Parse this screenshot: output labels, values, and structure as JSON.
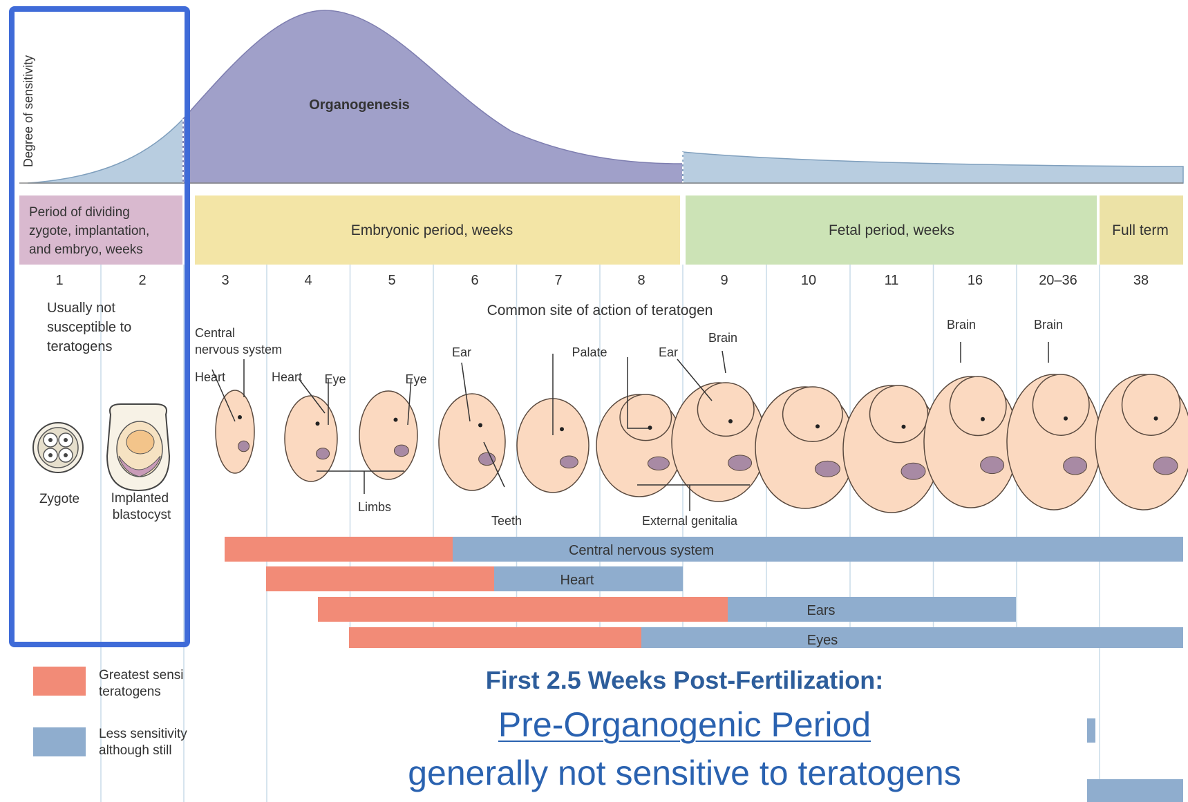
{
  "header": {
    "y_axis_label": "Degree of sensitivity",
    "curve_label": "Organogenesis"
  },
  "periods": {
    "pre": "Period of dividing zygote, implantation, and embryo, weeks",
    "pre_lines": [
      "Period of dividing",
      "zygote, implantation,",
      "and embryo, weeks"
    ],
    "embryonic": "Embryonic period, weeks",
    "fetal": "Fetal period, weeks",
    "full_term": "Full term"
  },
  "weeks": [
    "1",
    "2",
    "3",
    "4",
    "5",
    "6",
    "7",
    "8",
    "9",
    "10",
    "11",
    "16",
    "20–36",
    "38"
  ],
  "notes": {
    "not_susceptible": [
      "Usually not",
      "susceptible to",
      "teratogens"
    ],
    "common_site": "Common site of action of teratogen"
  },
  "embryo_labels": {
    "zygote": "Zygote",
    "blastocyst": [
      "Implanted",
      "blastocyst"
    ],
    "cns": [
      "Central",
      "nervous system"
    ],
    "heart_3": "Heart",
    "heart_4": "Heart",
    "eye_4": "Eye",
    "eye_5": "Eye",
    "limbs": "Limbs",
    "ear_6": "Ear",
    "teeth": "Teeth",
    "palate": "Palate",
    "ear_8": "Ear",
    "brain_9": "Brain",
    "external_genitalia": "External genitalia",
    "brain_16": "Brain",
    "brain_20": "Brain"
  },
  "bars": [
    {
      "label": "Central nervous system",
      "greatest_start": "3",
      "less_until": "38+"
    },
    {
      "label": "Heart",
      "greatest_start": "3.5",
      "less_until": "8"
    },
    {
      "label": "Ears",
      "greatest_start": "4",
      "less_until": "20–36"
    },
    {
      "label": "Eyes",
      "greatest_start": "4.5",
      "less_until": "38+"
    }
  ],
  "legend": {
    "greatest": [
      "Greatest sensi",
      "teratogens"
    ],
    "less": [
      "Less sensitivity",
      "although still"
    ]
  },
  "colors": {
    "curve_organogenesis": "#a0a0c9",
    "curve_light": "#b8cde0",
    "embryonic_band": "#f3e5a6",
    "fetal_band": "#cce3b6",
    "full_term_band": "#ece2a6",
    "pre_band": "#d9b9cf",
    "greatest": "#f28b77",
    "less": "#8fadce",
    "embryo_skin": "#fbd9c0",
    "highlight_border": "#3f6bd8"
  },
  "callout": {
    "title": "First 2.5 Weeks Post-Fertilization:",
    "subtitle": "Pre-Organogenic  Period",
    "body": "generally not sensitive to teratogens"
  }
}
